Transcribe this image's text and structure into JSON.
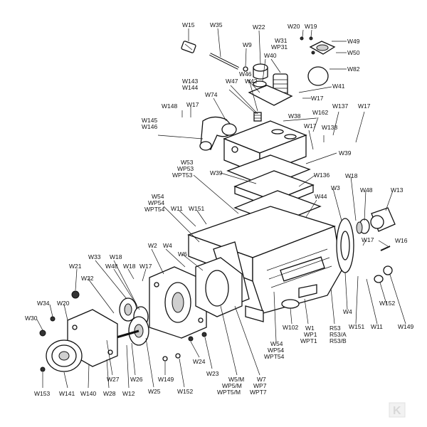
{
  "labels": {
    "w15": "W15",
    "w35": "W35",
    "w22": "W22",
    "w20": "W20",
    "w19": "W19",
    "w49": "W49",
    "w50": "W50",
    "w9": "W9",
    "w31": "W31",
    "wp31": "WP31",
    "w40": "W40",
    "w82": "W82",
    "w143": "W143",
    "w144": "W144",
    "w46": "W46",
    "w47": "W47",
    "w42": "W42",
    "w74": "W74",
    "w41": "W41",
    "w17a": "W17",
    "w148": "W148",
    "w17b": "W17",
    "w145": "W145",
    "w146": "W146",
    "w162": "W162",
    "w137": "W137",
    "w17c": "W17",
    "w17d": "W17",
    "w38": "W38",
    "w138": "W138",
    "w39a": "W39",
    "w53": "W53",
    "wp53": "WP53",
    "wpt53": "WPT53",
    "w39b": "W39",
    "w136": "W136",
    "w18a": "W18",
    "w3": "W3",
    "w48a": "W48",
    "w13": "W13",
    "w44": "W44",
    "w54a": "W54",
    "wp54a": "WP54",
    "wpt54a": "WPT54",
    "w11a": "W11",
    "w151a": "W151",
    "w17e": "W17",
    "w16": "W16",
    "w2": "W2",
    "w4a": "W4",
    "w6": "W6",
    "w33": "W33",
    "w18b": "W18",
    "w48b": "W48",
    "w18c": "W18",
    "w17f": "W17",
    "w21": "W21",
    "w32": "W32",
    "w34": "W34",
    "w20b": "W20",
    "w30": "W30",
    "w152a": "W152",
    "w4b": "W4",
    "w151b": "W151",
    "w11b": "W11",
    "w149a": "W149",
    "w102": "W102",
    "w54b": "W54",
    "wp54b": "WP54",
    "wpt54b": "WPT54",
    "w1": "W1",
    "wp1": "WP1",
    "wpt1": "WPT1",
    "r53": "R53",
    "r53a": "R53/A",
    "r53b": "R53/B",
    "w24": "W24",
    "w23": "W23",
    "w5m": "W5/M",
    "wp5m": "WP5/M",
    "wpt5m": "WPT5/M",
    "w7": "W7",
    "wp7": "WP7",
    "wpt7": "WPT7",
    "w27": "W27",
    "w26": "W26",
    "w149b": "W149",
    "w25": "W25",
    "w152b": "W152",
    "w153": "W153",
    "w141": "W141",
    "w140": "W140",
    "w28": "W28",
    "w12": "W12"
  },
  "logo": {
    "text": "K"
  }
}
